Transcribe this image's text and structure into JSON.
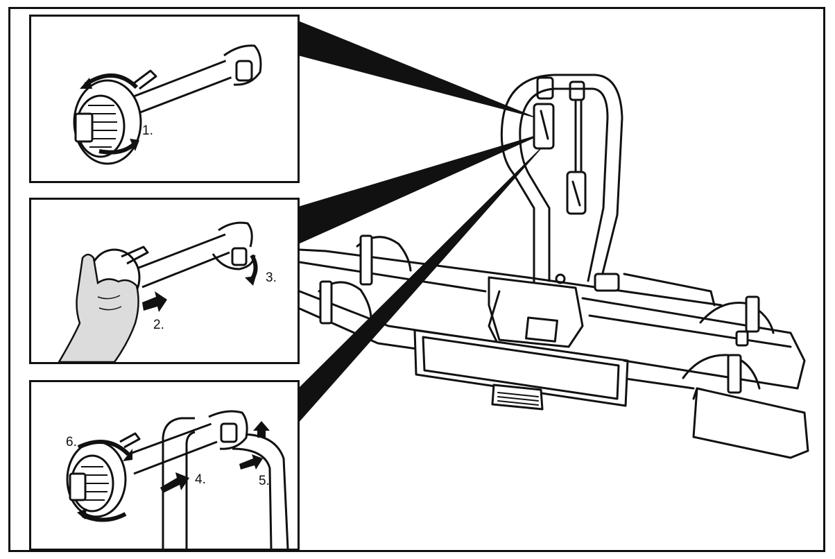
{
  "diagram": {
    "panels": [
      {
        "id": "detail-1",
        "steps": [
          "1."
        ]
      },
      {
        "id": "detail-2",
        "steps": [
          "2.",
          "3."
        ]
      },
      {
        "id": "detail-3",
        "steps": [
          "4.",
          "5.",
          "6."
        ]
      }
    ],
    "colors": {
      "line": "#111111",
      "fill": "#ffffff",
      "shade": "#eeeeee",
      "hand": "#dcdcdc"
    },
    "icons": [
      "rotate-arrow-icon",
      "push-arrow-icon",
      "bike-carrier-illustration",
      "hand-illustration",
      "clamp-arm-illustration"
    ]
  }
}
